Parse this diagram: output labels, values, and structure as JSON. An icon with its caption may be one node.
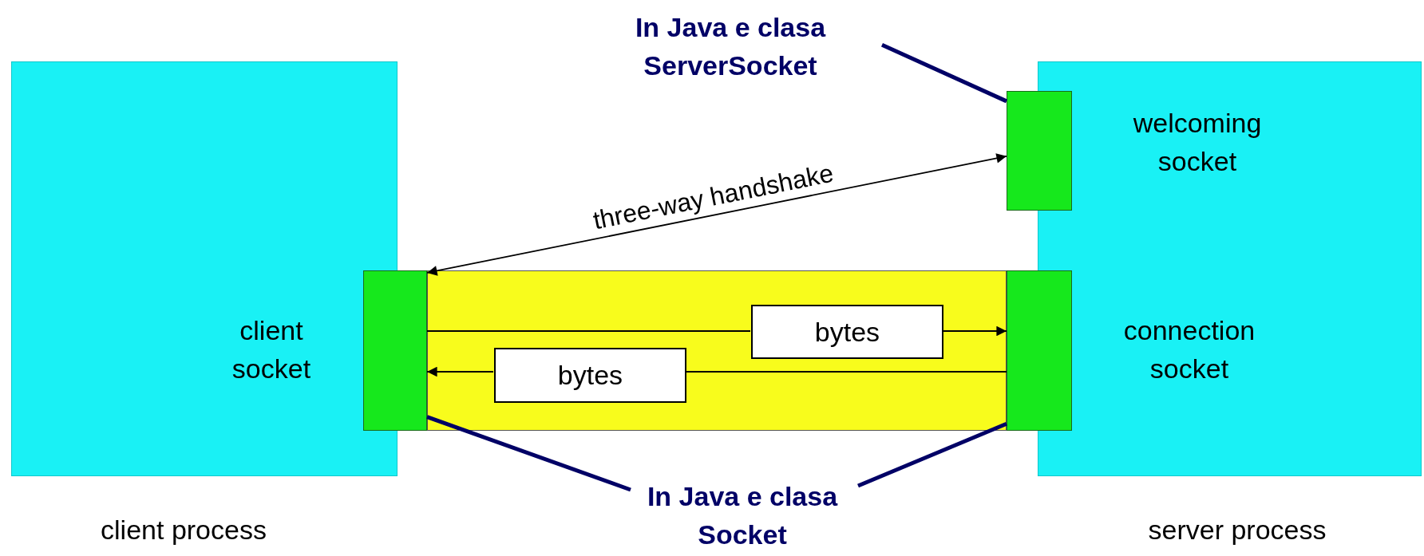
{
  "diagram": {
    "nodes": [
      {
        "text": [
          "client process"
        ]
      },
      {
        "text": [
          "server process"
        ]
      },
      {
        "text": [],
        "shape": "box"
      },
      {
        "text": [],
        "shape": "box"
      },
      {
        "text": [],
        "shape": "box"
      },
      {
        "text": [],
        "shape": "bar"
      },
      {
        "text": [
          "bytes"
        ],
        "in": 5
      },
      {
        "text": [
          "bytes"
        ],
        "in": 5
      },
      {
        "text": [
          "In Java e clasa ServerSocket"
        ]
      },
      {
        "text": [
          "In Java e clasa Socket"
        ]
      }
    ],
    "edges": [
      {
        "from": 2,
        "to": 3,
        "arrow": "both",
        "label": "three-way handshake"
      },
      {
        "from": 2,
        "to": 6,
        "arrow": "none"
      },
      {
        "from": 6,
        "to": 4,
        "arrow": "to"
      },
      {
        "from": 4,
        "to": 7,
        "arrow": "none"
      },
      {
        "from": 7,
        "to": 2,
        "arrow": "to"
      },
      {
        "from": 8,
        "to": 3,
        "arrow": "none",
        "style": "thick",
        "color": "#000066"
      },
      {
        "from": 9,
        "to": 2,
        "arrow": "none",
        "style": "thick",
        "color": "#000066"
      },
      {
        "from": 9,
        "to": 4,
        "arrow": "none",
        "style": "thick",
        "color": "#000066"
      }
    ],
    "labels": [
      "welcoming socket",
      "client socket",
      "connection socket"
    ]
  }
}
